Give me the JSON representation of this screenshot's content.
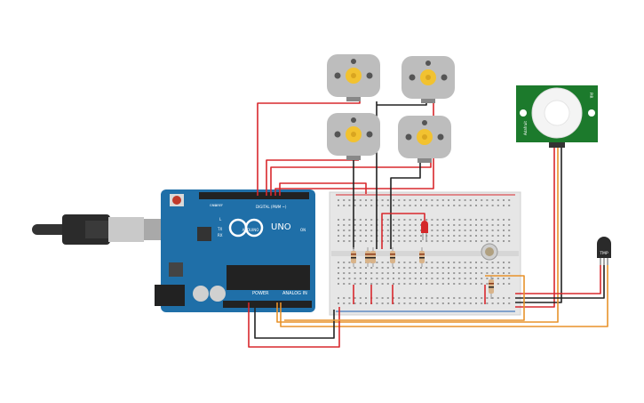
{
  "arduino": {
    "brand": "ARDUINO",
    "model": "UNO",
    "digital_header_label": "DIGITAL (PWM ~)",
    "power_label": "POWER",
    "analog_label": "ANALOG IN",
    "on_label": "ON",
    "l_label": "L",
    "tx_label": "TX",
    "rx_label": "RX",
    "aref_label": "AREF",
    "gnd_label": "GND"
  },
  "pir_sensor": {
    "label": "PIR",
    "side_label": "Adafruit"
  },
  "temp_sensor": {
    "label": "TMP"
  },
  "colors": {
    "board": "#1f6fa8",
    "breadboard": "#e6e6e6",
    "wire_red": "#d8282d",
    "wire_black": "#222222",
    "wire_orange": "#e8922a",
    "motor_body": "#bdbdbd",
    "motor_gear": "#f2c230",
    "pir_board": "#1c7a2c",
    "led": "#d4282a"
  }
}
